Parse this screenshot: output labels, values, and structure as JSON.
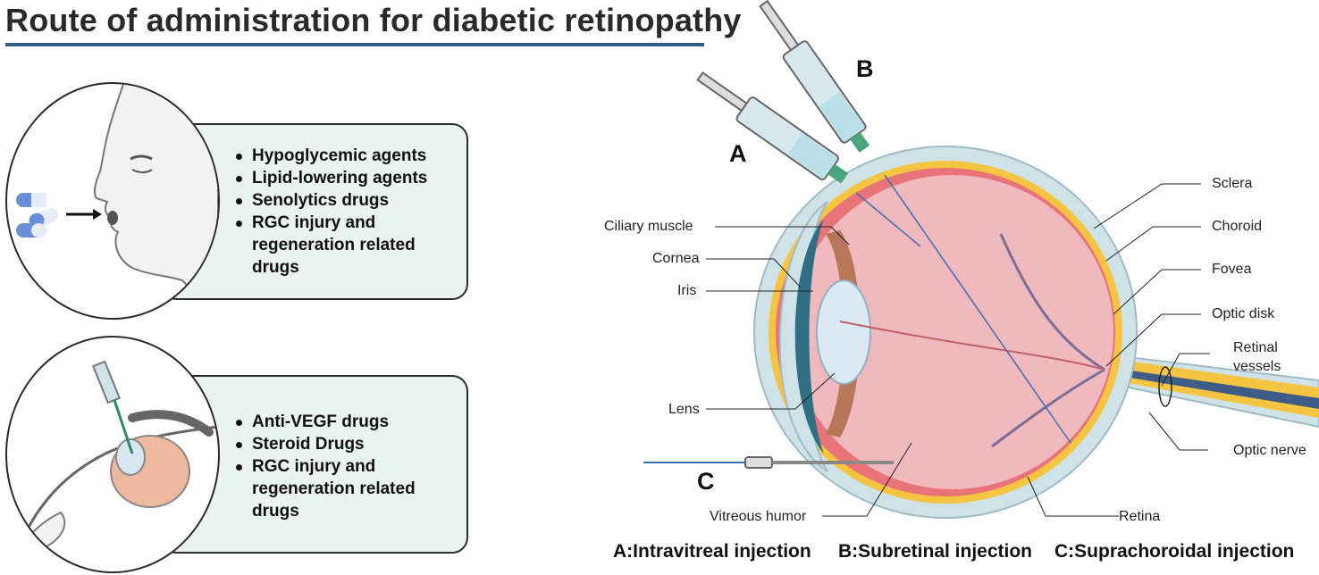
{
  "title": "Route of administration for diabetic retinopathy",
  "oral_panel": {
    "items": [
      "Hypoglycemic agents",
      "Lipid-lowering agents",
      "Senolytics drugs",
      "RGC injury and regeneration related drugs"
    ]
  },
  "injection_panel": {
    "items": [
      "Anti-VEGF drugs",
      "Steroid Drugs",
      "RGC injury and regeneration related drugs"
    ]
  },
  "eye_labels": {
    "sclera": "Sclera",
    "choroid": "Choroid",
    "fovea": "Fovea",
    "optic_disk": "Optic disk",
    "retinal_vessels": "Retinal vessels",
    "optic_nerve": "Optic nerve",
    "retina": "Retina",
    "vitreous_humor": "Vitreous humor",
    "lens": "Lens",
    "iris": "Iris",
    "cornea": "Cornea",
    "ciliary_muscle": "Ciliary muscle"
  },
  "markers": {
    "a": "A",
    "b": "B",
    "c": "C"
  },
  "legend": {
    "a": "A:Intravitreal injection",
    "b": "B:Subretinal injection",
    "c": "C:Suprachoroidal injection"
  },
  "colors": {
    "title_rule": "#2f5f86",
    "panel_bg": "#e9f3ef",
    "eye_vitreous": "#f0b9bd",
    "sclera": "#cfe2e8",
    "choroid_band": "#f5c542",
    "retina_red": "#e8747a",
    "needle_line": "#3b6fb0"
  },
  "icons": [
    "pill-capsule-icon",
    "arrow-right-icon",
    "face-profile-icon",
    "syringe-icon",
    "eye-cross-section-icon",
    "nose-eye-injection-icon"
  ]
}
